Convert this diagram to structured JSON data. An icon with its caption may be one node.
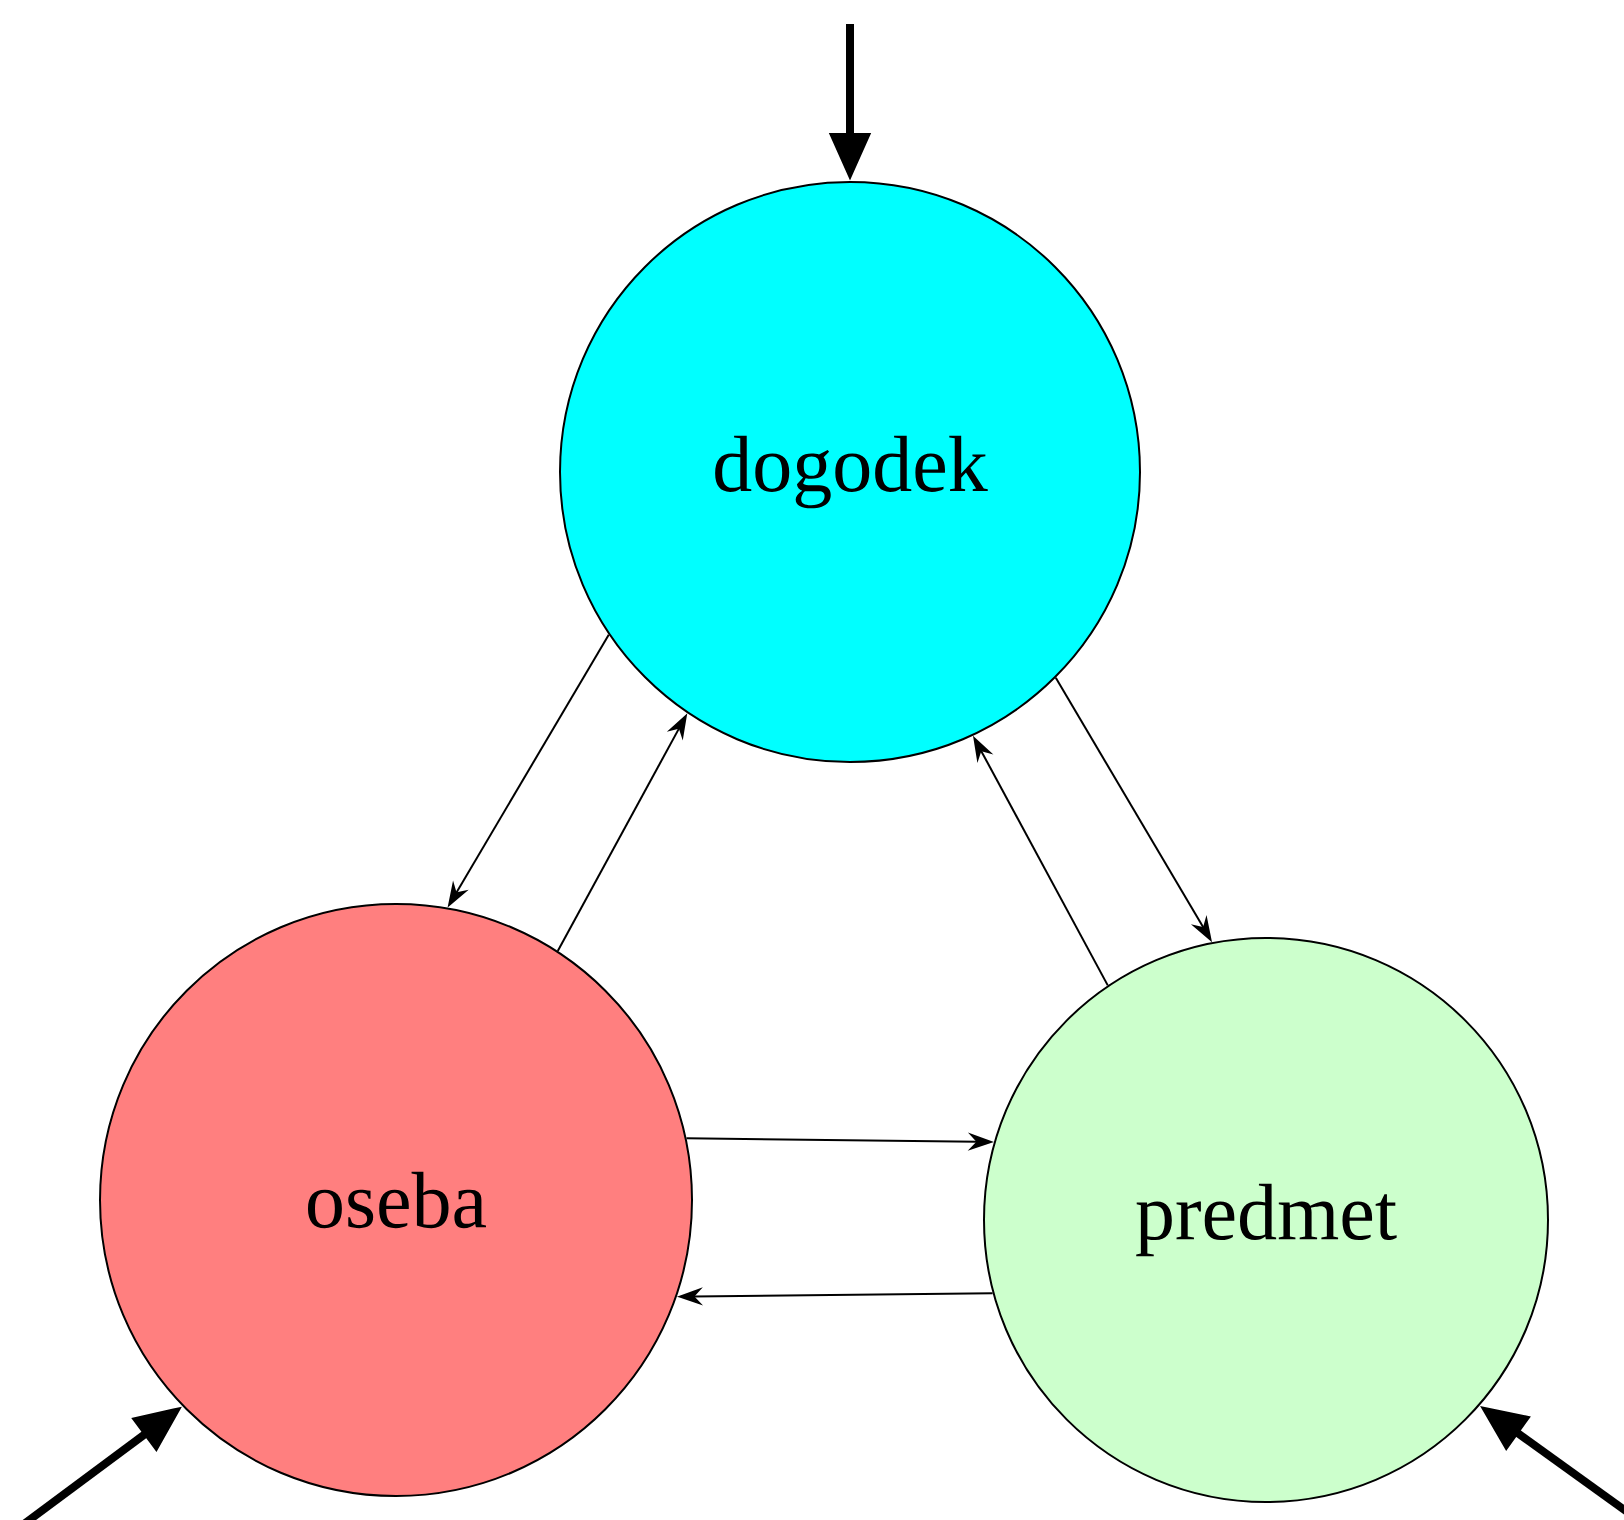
{
  "diagram": {
    "nodes": [
      {
        "text": [
          "dogodek"
        ]
      },
      {
        "text": [
          "oseba"
        ]
      },
      {
        "text": [
          "predmet"
        ]
      }
    ],
    "edges": [
      {
        "from": null,
        "to": 0,
        "arrow": "to",
        "style": "thick"
      },
      {
        "from": 0,
        "to": 1,
        "arrow": "to"
      },
      {
        "from": 1,
        "to": 0,
        "arrow": "to"
      },
      {
        "from": 0,
        "to": 2,
        "arrow": "to"
      },
      {
        "from": 2,
        "to": 0,
        "arrow": "to"
      },
      {
        "from": 1,
        "to": 2,
        "arrow": "to"
      },
      {
        "from": 2,
        "to": 1,
        "arrow": "to"
      },
      {
        "from": null,
        "to": 1,
        "arrow": "to",
        "style": "thick"
      },
      {
        "from": null,
        "to": 2,
        "arrow": "to",
        "style": "thick"
      }
    ]
  }
}
